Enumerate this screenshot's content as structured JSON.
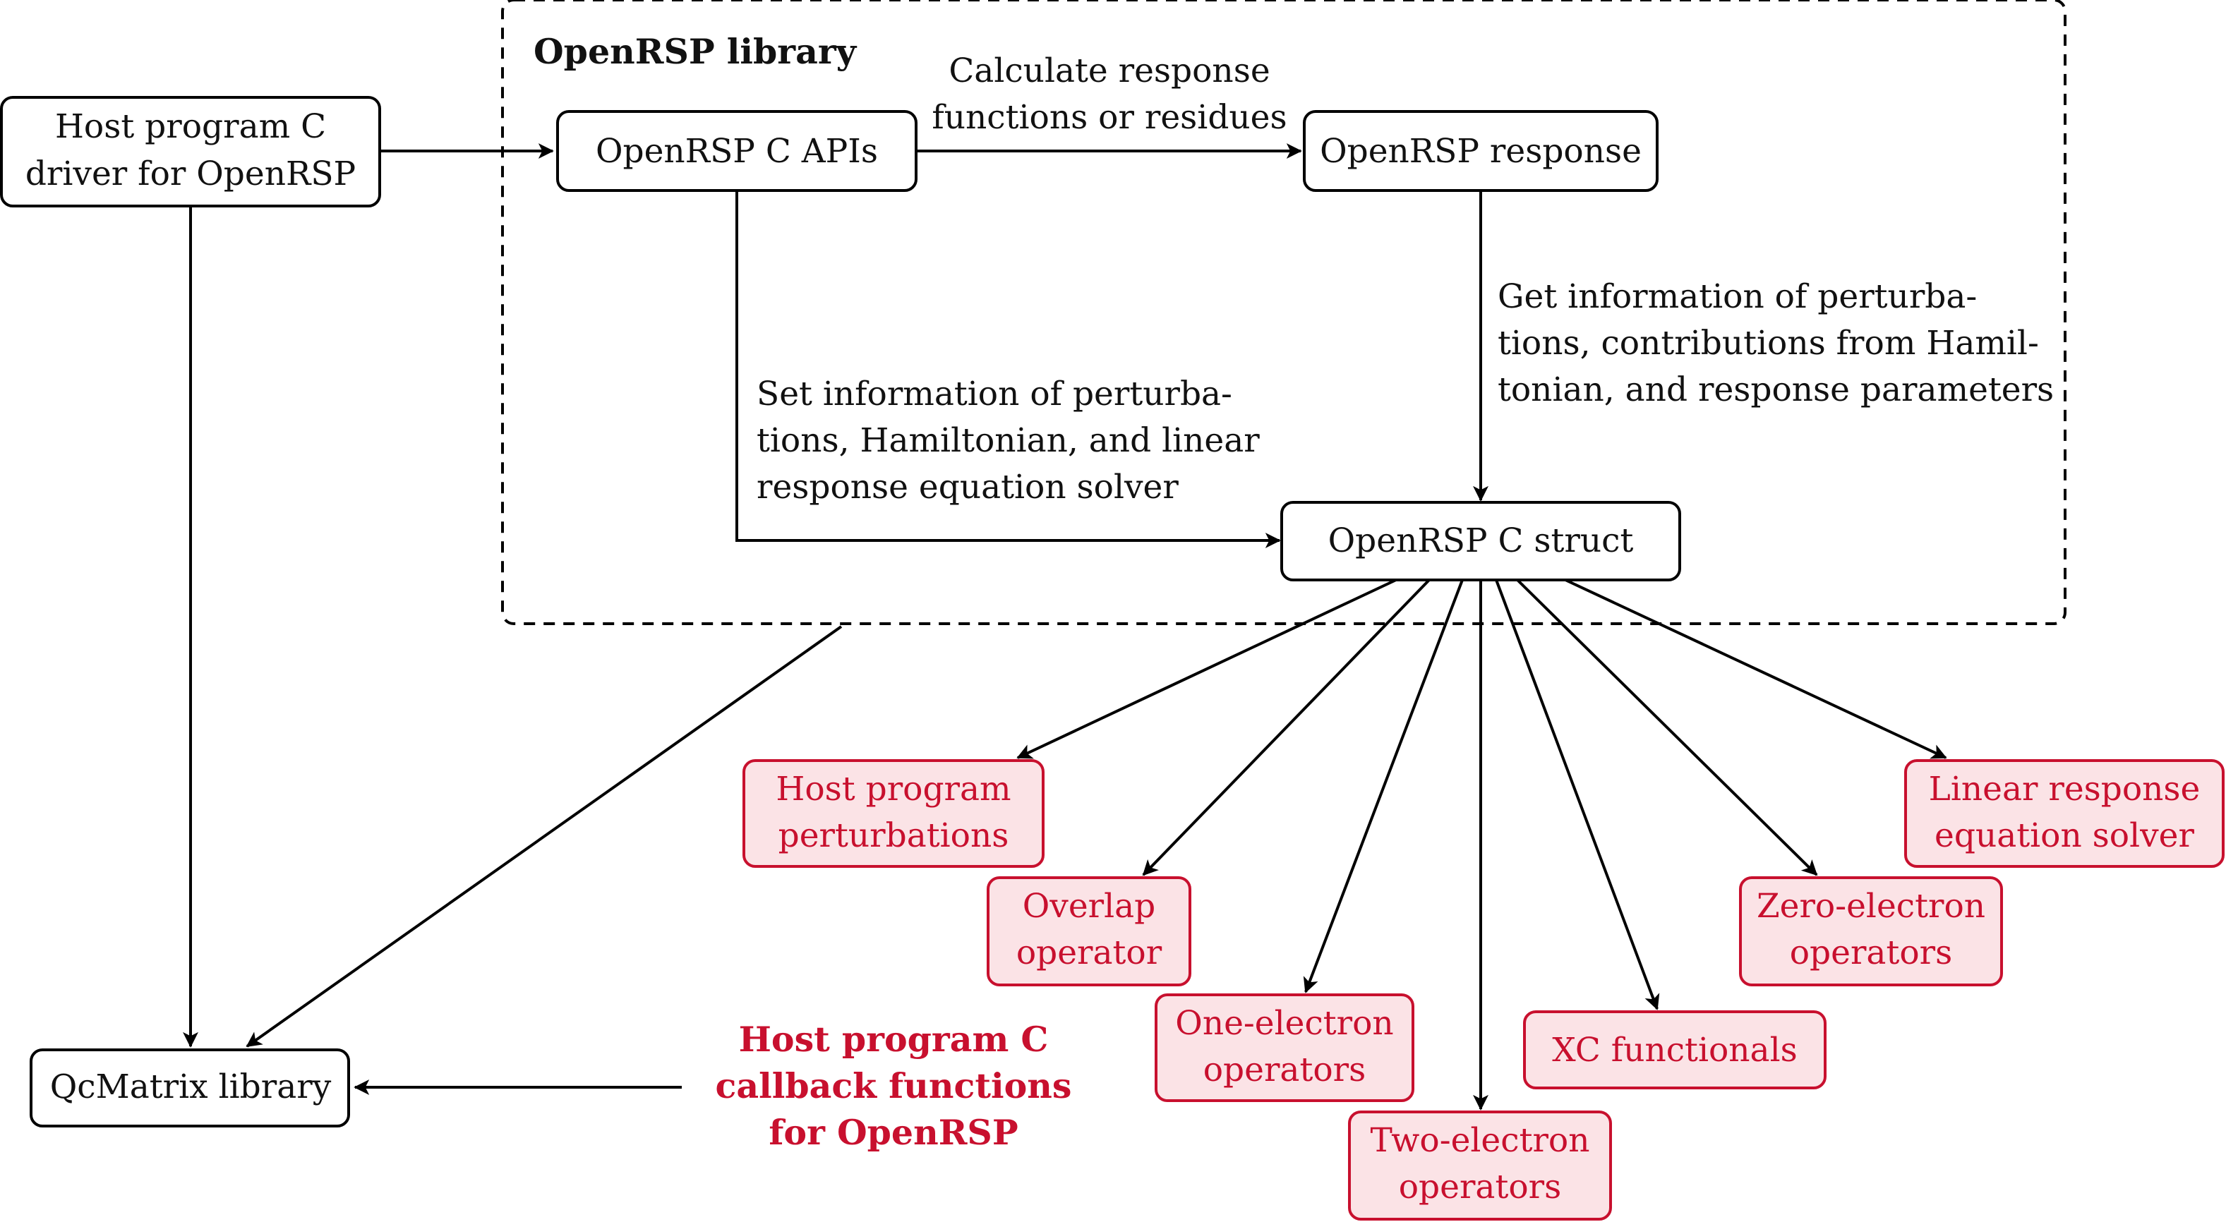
{
  "colors": {
    "accent_red": "#c8102e",
    "red_fill": "#fbe3e6",
    "line": "#000000"
  },
  "library": {
    "title": "OpenRSP library"
  },
  "nodes": {
    "host_driver": [
      "Host program C",
      "driver for OpenRSP"
    ],
    "c_apis": [
      "OpenRSP C APIs"
    ],
    "response": [
      "OpenRSP response"
    ],
    "c_struct": [
      "OpenRSP C struct"
    ],
    "qcmatrix": [
      "QcMatrix library"
    ],
    "host_perturbations": [
      "Host program",
      "perturbations"
    ],
    "overlap": [
      "Overlap",
      "operator"
    ],
    "one_electron": [
      "One-electron",
      "operators"
    ],
    "two_electron": [
      "Two-electron",
      "operators"
    ],
    "xc": [
      "XC functionals"
    ],
    "zero_electron": [
      "Zero-electron",
      "operators"
    ],
    "linear_solver": [
      "Linear response",
      "equation solver"
    ]
  },
  "labels": {
    "calc": [
      "Calculate response",
      "functions or residues"
    ],
    "get_info": [
      "Get information of perturba-",
      "tions, contributions from Hamil-",
      "tonian, and response parameters"
    ],
    "set_info": [
      "Set information of perturba-",
      "tions, Hamiltonian, and linear",
      "response equation solver"
    ],
    "callback": [
      "Host program C",
      "callback functions",
      "for OpenRSP"
    ]
  }
}
